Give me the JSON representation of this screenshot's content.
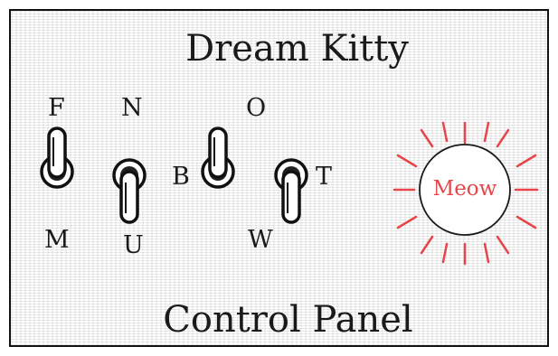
{
  "title_top": "Dream Kitty",
  "title_bottom": "Control Panel",
  "switches": [
    {
      "id": "F-M",
      "top_label": "F",
      "bottom_label": "M",
      "position": "up"
    },
    {
      "id": "N-U",
      "top_label": "N",
      "bottom_label": "U",
      "position": "down"
    },
    {
      "id": "O-B",
      "top_label": "O",
      "side_label": "B",
      "position": "up"
    },
    {
      "id": "T-W",
      "side_label": "T",
      "bottom_label": "W",
      "position": "down"
    }
  ],
  "meow_button": {
    "label": "Meow"
  },
  "colors": {
    "ink": "#1a1a1a",
    "accent": "#e8454a",
    "background": "#ffffff"
  }
}
